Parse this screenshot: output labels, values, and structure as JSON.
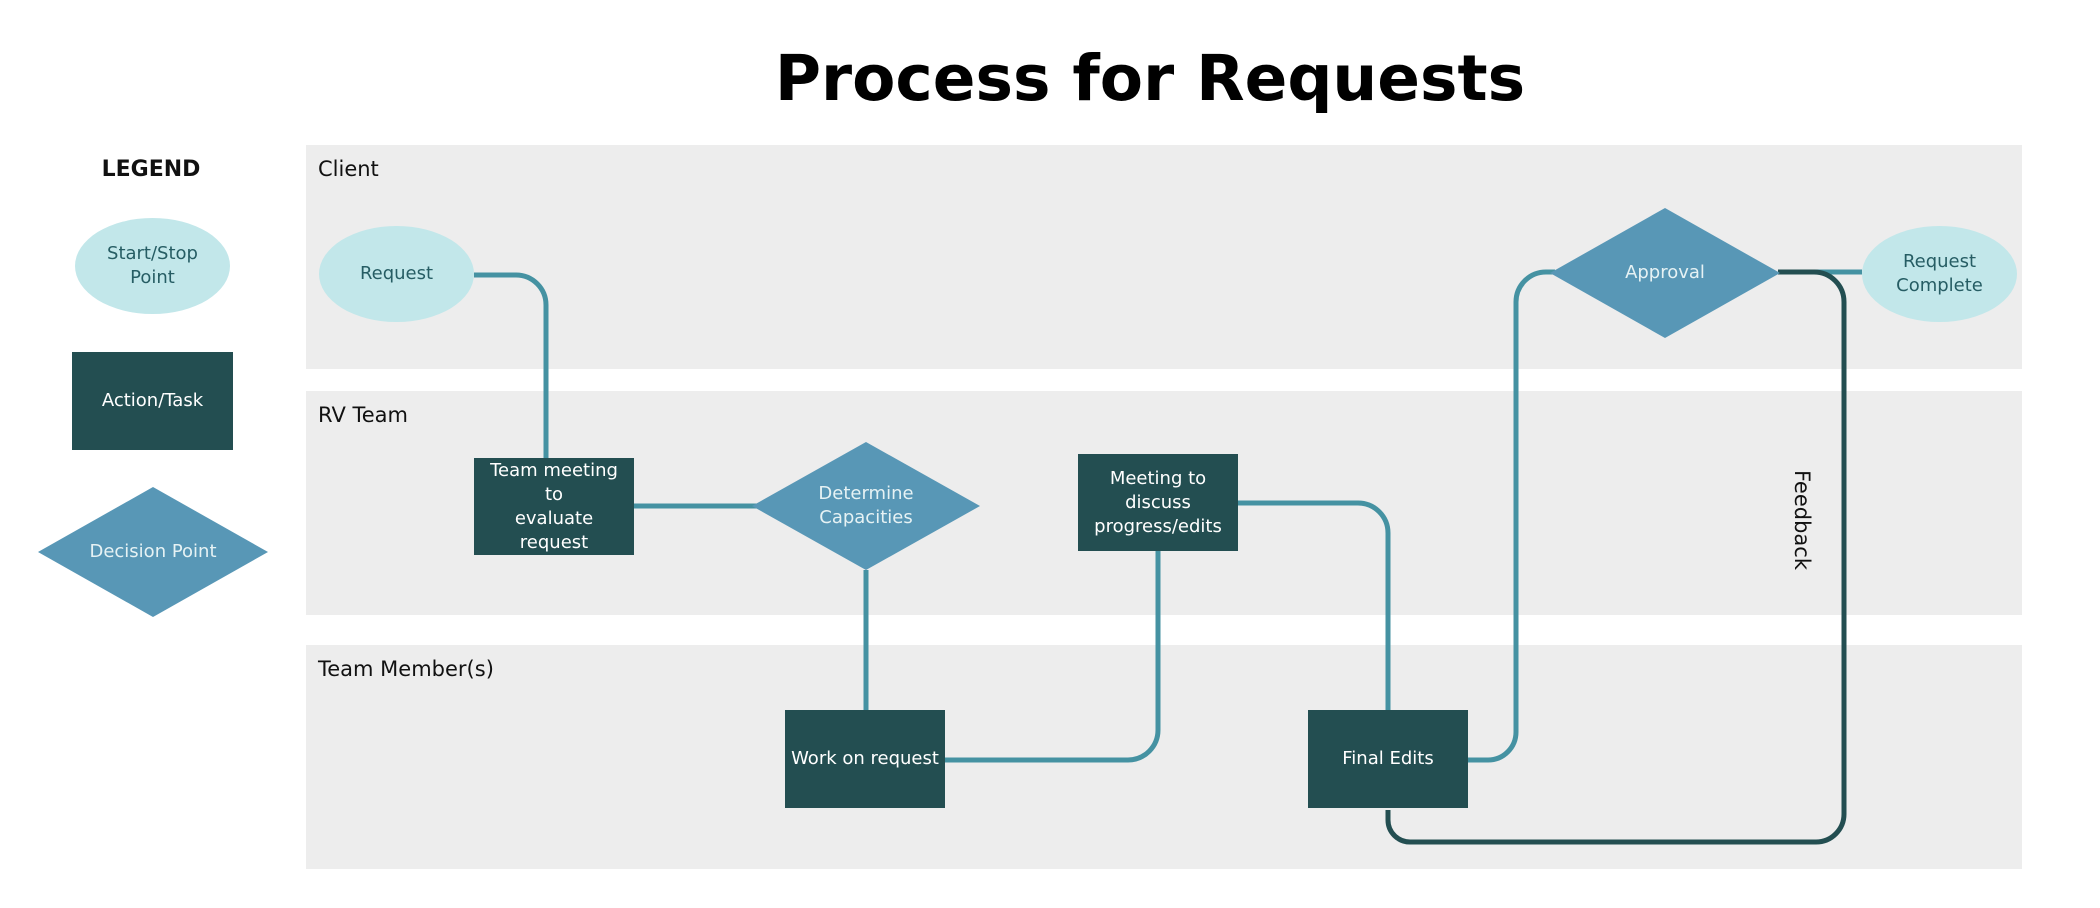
{
  "title": "Process for Requests",
  "legend": {
    "title": "LEGEND",
    "start_stop": "Start/Stop\nPoint",
    "action_task": "Action/Task",
    "decision_point": "Decision Point"
  },
  "lanes": {
    "client": "Client",
    "rv_team": "RV Team",
    "team_members": "Team Member(s)"
  },
  "nodes": {
    "request": "Request",
    "team_meeting": "Team meeting to\nevaluate request",
    "determine_capacities": "Determine\nCapacities",
    "work_on_request": "Work on request",
    "meeting_discuss": "Meeting to\ndiscuss\nprogress/edits",
    "final_edits": "Final Edits",
    "approval": "Approval",
    "request_complete": "Request\nComplete"
  },
  "edge_labels": {
    "feedback": "Feedback"
  },
  "colors": {
    "start_stop_fill": "#c2e7ea",
    "task_fill": "#234e51",
    "decision_fill": "#5897b6",
    "lane_fill": "#ededed",
    "connector": "#4592a2",
    "feedback_connector": "#234e51"
  }
}
